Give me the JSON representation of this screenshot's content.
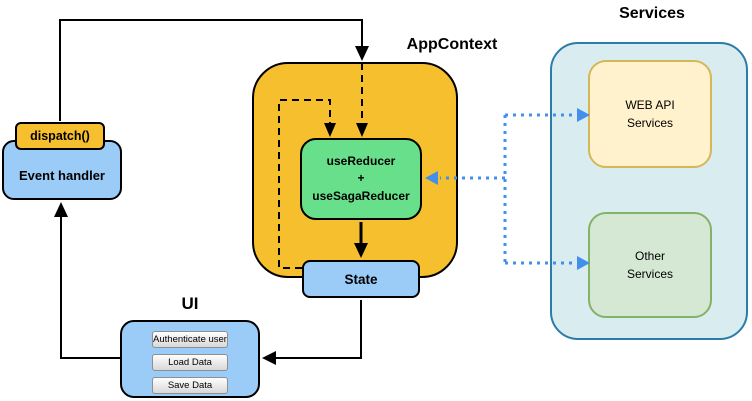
{
  "labels": {
    "app_context": "AppContext",
    "services": "Services",
    "ui": "UI"
  },
  "nodes": {
    "dispatch": {
      "label": "dispatch()"
    },
    "event_handler": {
      "label": "Event handler"
    },
    "reducer": {
      "line1": "useReducer",
      "line2": "+",
      "line3": "useSagaReducer"
    },
    "state": {
      "label": "State"
    },
    "web_api_services": {
      "line1": "WEB API",
      "line2": "Services"
    },
    "other_services": {
      "line1": "Other",
      "line2": "Services"
    }
  },
  "ui": {
    "buttons": [
      "Authenticate user",
      "Load Data",
      "Save Data"
    ]
  },
  "colors": {
    "orange_node": "#F5BF2D",
    "green_node": "#68E08B",
    "blue_node": "#9BCBF7",
    "services_fill": "#D9EDF0",
    "services_border": "#2B7CA8",
    "web_api_fill": "#FFF2CC",
    "web_api_border": "#D6B656",
    "other_fill": "#D5E8D4",
    "other_border": "#82B366",
    "connector_black": "#000000",
    "connector_blue": "#4290EC"
  }
}
